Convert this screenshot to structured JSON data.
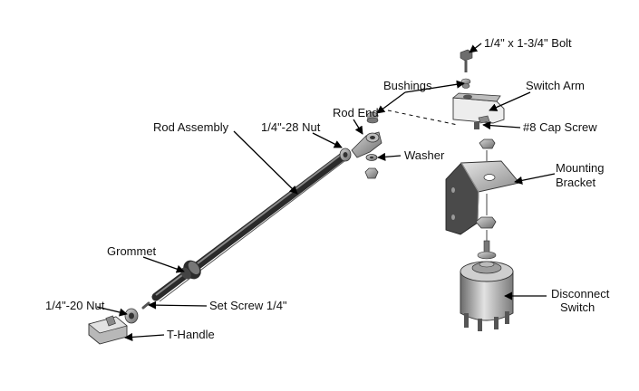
{
  "diagram": {
    "labels": {
      "bolt": "1/4\" x 1-3/4\" Bolt",
      "bushings": "Bushings",
      "switch_arm": "Switch Arm",
      "rod_end": "Rod End",
      "nut_28": "1/4\"-28 Nut",
      "rod_assembly": "Rod Assembly",
      "cap_screw": "#8 Cap Screw",
      "washer": "Washer",
      "mounting_bracket_line1": "Mounting",
      "mounting_bracket_line2": "Bracket",
      "grommet": "Grommet",
      "nut_20": "1/4\"-20 Nut",
      "set_screw": "Set Screw 1/4\"",
      "t_handle": "T-Handle",
      "disconnect_switch_line1": "Disconnect",
      "disconnect_switch_line2": "Switch"
    }
  }
}
